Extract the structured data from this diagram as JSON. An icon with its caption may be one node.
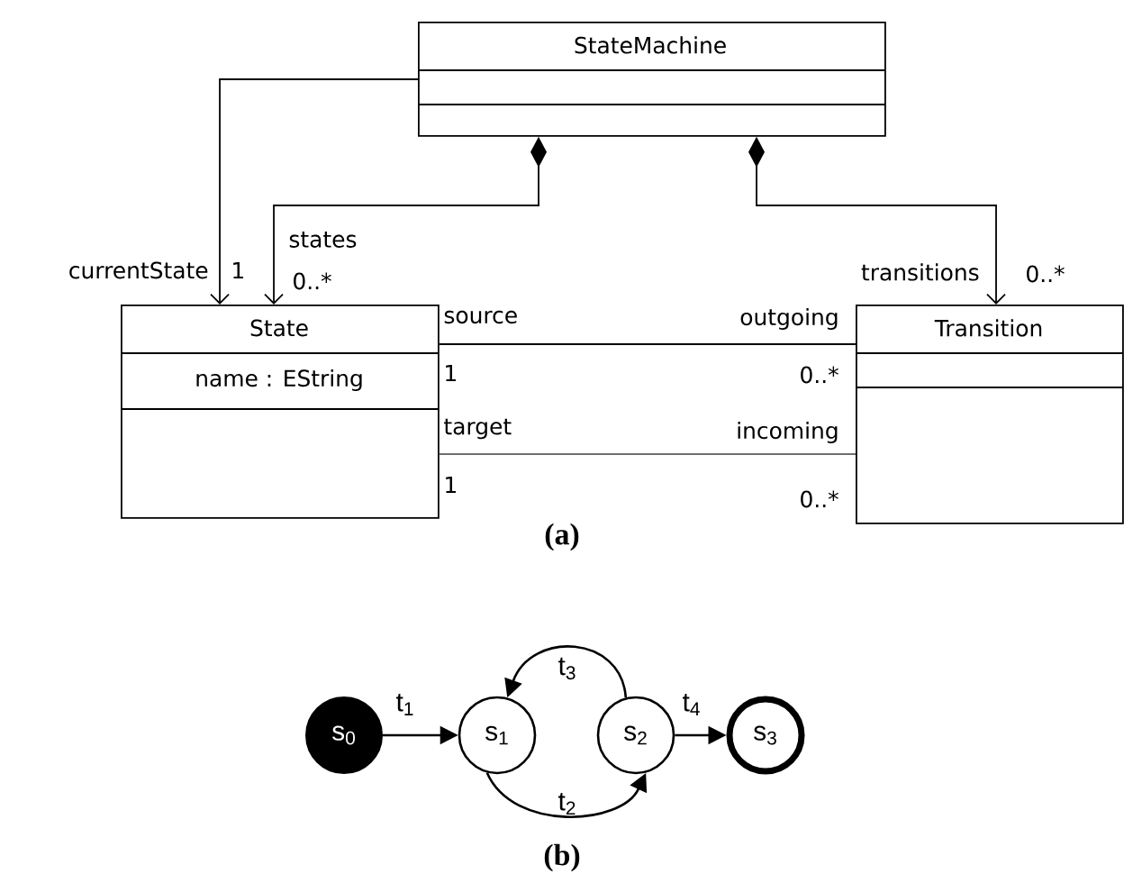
{
  "diagram": {
    "nodes": [
      {
        "text": [
          "StateMachine"
        ]
      },
      {
        "text": [
          "State",
          "name : EString"
        ]
      },
      {
        "text": [
          "Transition"
        ]
      },
      {
        "text": [
          "s$_{0}$"
        ]
      },
      {
        "text": [
          "s$_{1}$"
        ]
      },
      {
        "text": [
          "s$_{2}$"
        ]
      },
      {
        "text": [
          "s$_{3}$"
        ]
      }
    ],
    "edges": [
      {
        "from": 0,
        "to": 1,
        "arrow": "to"
      },
      {
        "from": 0,
        "to": 1,
        "arrow": "to"
      },
      {
        "from": 0,
        "to": 2,
        "arrow": "to"
      },
      {
        "from": 1,
        "to": 2,
        "arrow": "none"
      },
      {
        "from": 1,
        "to": 2,
        "arrow": "none",
        "color": "#6e6e6e"
      },
      {
        "from": 3,
        "to": 4,
        "arrow": "to",
        "label": "t$_{1}$"
      },
      {
        "from": 4,
        "to": 5,
        "arrow": "to",
        "label": "t$_{2}$"
      },
      {
        "from": 5,
        "to": 4,
        "arrow": "to",
        "label": "t$_{3}$"
      },
      {
        "from": 5,
        "to": 6,
        "arrow": "to",
        "label": "t$_{4}$"
      }
    ],
    "labels": [
      "currentState",
      "1",
      "states",
      "0..*",
      "transitions",
      "0..*",
      "source",
      "outgoing",
      "1",
      "0..*",
      "target",
      "incoming",
      "1",
      "0..*",
      "(a)",
      "(b)"
    ]
  }
}
